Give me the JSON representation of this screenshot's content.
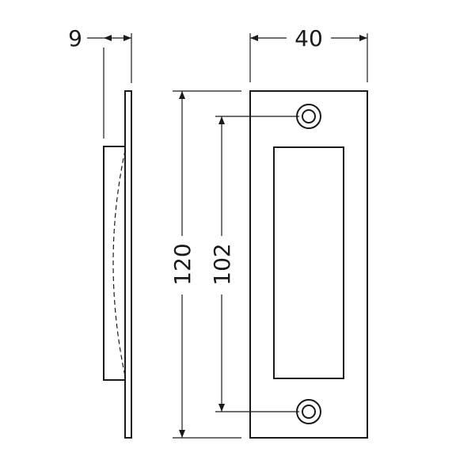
{
  "dimensions": {
    "thickness": "9",
    "width": "40",
    "height": "120",
    "hole_spacing": "102"
  },
  "colors": {
    "line": "#1a1a1a",
    "background": "#ffffff"
  }
}
